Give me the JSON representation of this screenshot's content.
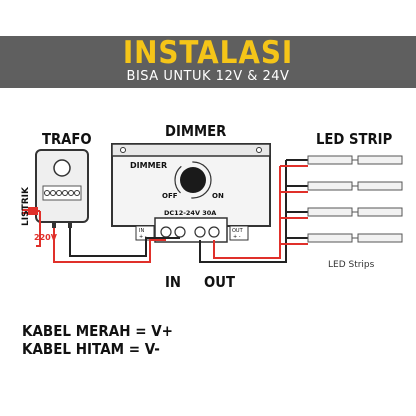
{
  "header": {
    "title": "INSTALASI",
    "subtitle": "BISA UNTUK 12V & 24V"
  },
  "diagram": {
    "trafo_label": "TRAFO",
    "dimmer_label": "DIMMER",
    "led_strip_label": "LED STRIP",
    "led_strips_caption": "LED Strips",
    "dimmer_panel": {
      "brand": "DIMMER",
      "off": "OFF",
      "on": "ON",
      "rating": "DC12-24V 30A",
      "in_plus": "IN",
      "in_sign": "+ -",
      "out_label": "OUT",
      "out_sign": "+ -"
    },
    "listrik_label": "LISTRIK",
    "voltage_label": "220V",
    "in_label": "IN",
    "out_label": "OUT"
  },
  "legend": {
    "red": "KABEL MERAH = V+",
    "black": "KABEL HITAM = V-"
  },
  "colors": {
    "banner_bg": "#5f5f5f",
    "title": "#f5c518",
    "wire_red": "#e0302a",
    "wire_black": "#222222"
  }
}
